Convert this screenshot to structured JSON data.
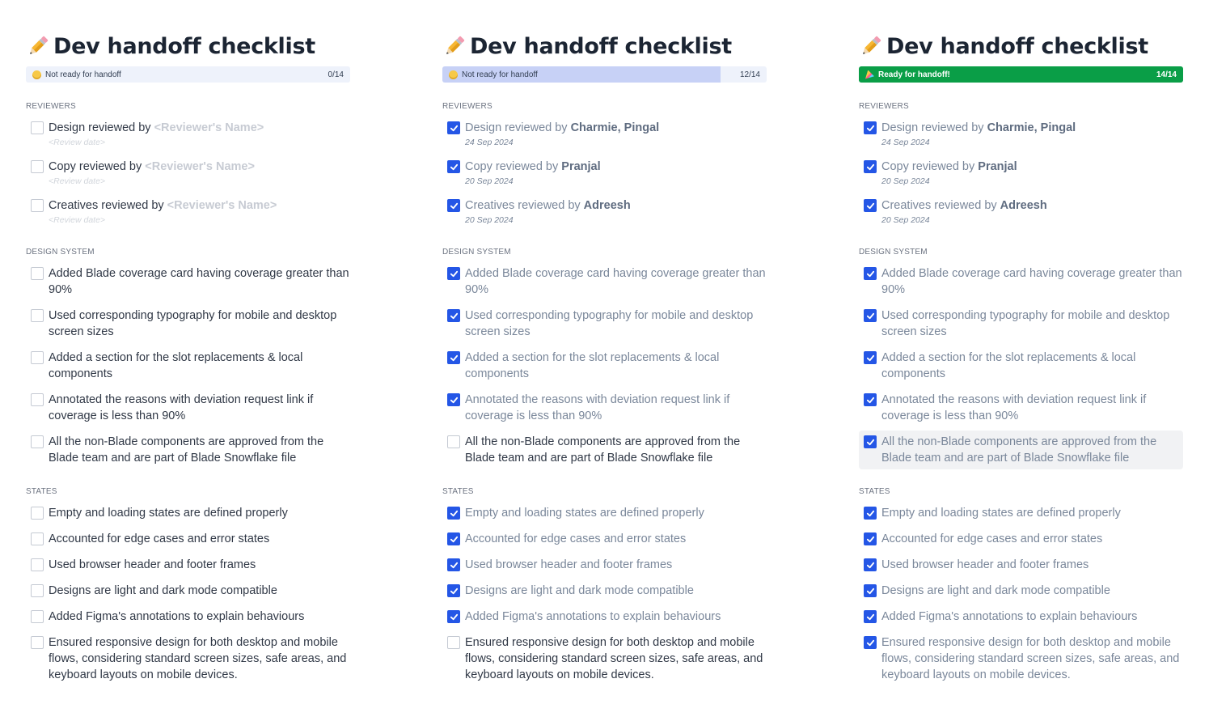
{
  "panels": [
    {
      "title": "Dev handoff checklist",
      "status": {
        "label": "Not ready for handoff",
        "count": "0/14",
        "progress": 0,
        "ready": false
      },
      "sections": {
        "reviewers": "REVIEWERS",
        "design_system": "DESIGN SYSTEM",
        "states": "STATES"
      },
      "reviewers": [
        {
          "text": "Design reviewed by ",
          "who": "<Reviewer's Name>",
          "date": "<Review date>",
          "checked": false
        },
        {
          "text": "Copy reviewed by ",
          "who": "<Reviewer's Name>",
          "date": "<Review date>",
          "checked": false
        },
        {
          "text": "Creatives reviewed by ",
          "who": "<Reviewer's Name>",
          "date": "<Review date>",
          "checked": false
        }
      ],
      "design_system": [
        {
          "text": "Added Blade coverage card having coverage greater than 90%",
          "checked": false
        },
        {
          "text": "Used corresponding typography for mobile and desktop screen sizes",
          "checked": false
        },
        {
          "text": "Added a section for the slot replacements & local components",
          "checked": false
        },
        {
          "text": "Annotated the reasons with deviation request link if coverage is less than 90%",
          "checked": false
        },
        {
          "text": "All the non-Blade components are approved from the Blade team and are part of Blade Snowflake file",
          "checked": false
        }
      ],
      "states": [
        {
          "text": "Empty and loading states are defined properly",
          "checked": false
        },
        {
          "text": "Accounted for edge cases and error states",
          "checked": false
        },
        {
          "text": "Used browser header and footer frames",
          "checked": false
        },
        {
          "text": "Designs are light and dark mode compatible",
          "checked": false
        },
        {
          "text": "Added Figma's annotations to explain behaviours",
          "checked": false
        },
        {
          "text": "Ensured responsive design for both desktop and mobile flows, considering standard screen sizes, safe areas, and keyboard layouts on mobile devices.",
          "checked": false
        }
      ]
    },
    {
      "title": "Dev handoff checklist",
      "status": {
        "label": "Not ready for handoff",
        "count": "12/14",
        "progress": 0.857,
        "ready": false
      },
      "sections": {
        "reviewers": "REVIEWERS",
        "design_system": "DESIGN SYSTEM",
        "states": "STATES"
      },
      "reviewers": [
        {
          "text": "Design reviewed by ",
          "who": "Charmie, Pingal",
          "date": "24 Sep 2024",
          "checked": true
        },
        {
          "text": "Copy reviewed by ",
          "who": "Pranjal",
          "date": "20 Sep 2024",
          "checked": true
        },
        {
          "text": "Creatives reviewed by ",
          "who": "Adreesh",
          "date": "20 Sep 2024",
          "checked": true
        }
      ],
      "design_system": [
        {
          "text": "Added Blade coverage card having coverage greater than 90%",
          "checked": true
        },
        {
          "text": "Used corresponding typography for mobile and desktop screen sizes",
          "checked": true
        },
        {
          "text": "Added a section for the slot replacements & local components",
          "checked": true
        },
        {
          "text": "Annotated the reasons with deviation request link if coverage is less than 90%",
          "checked": true
        },
        {
          "text": "All the non-Blade components are approved from the Blade team and are part of Blade Snowflake file",
          "checked": false
        }
      ],
      "states": [
        {
          "text": "Empty and loading states are defined properly",
          "checked": true
        },
        {
          "text": "Accounted for edge cases and error states",
          "checked": true
        },
        {
          "text": "Used browser header and footer frames",
          "checked": true
        },
        {
          "text": "Designs are light and dark mode compatible",
          "checked": true
        },
        {
          "text": "Added Figma's annotations to explain behaviours",
          "checked": true
        },
        {
          "text": "Ensured responsive design for both desktop and mobile flows, considering standard screen sizes, safe areas, and keyboard layouts on mobile devices.",
          "checked": false
        }
      ]
    },
    {
      "title": "Dev handoff checklist",
      "status": {
        "label": "Ready for handoff!",
        "count": "14/14",
        "progress": 1,
        "ready": true
      },
      "sections": {
        "reviewers": "REVIEWERS",
        "design_system": "DESIGN SYSTEM",
        "states": "STATES"
      },
      "reviewers": [
        {
          "text": "Design reviewed by ",
          "who": "Charmie, Pingal",
          "date": "24 Sep 2024",
          "checked": true
        },
        {
          "text": "Copy reviewed by ",
          "who": "Pranjal",
          "date": "20 Sep 2024",
          "checked": true
        },
        {
          "text": "Creatives reviewed by ",
          "who": "Adreesh",
          "date": "20 Sep 2024",
          "checked": true
        }
      ],
      "design_system": [
        {
          "text": "Added Blade coverage card having coverage greater than 90%",
          "checked": true
        },
        {
          "text": "Used corresponding typography for mobile and desktop screen sizes",
          "checked": true
        },
        {
          "text": "Added a section for the slot replacements & local components",
          "checked": true
        },
        {
          "text": "Annotated the reasons with deviation request link if coverage is less than 90%",
          "checked": true
        },
        {
          "text": "All the non-Blade components are approved from the Blade team and are part of Blade Snowflake file",
          "checked": true,
          "highlighted": true
        }
      ],
      "states": [
        {
          "text": "Empty and loading states are defined properly",
          "checked": true
        },
        {
          "text": "Accounted for edge cases and error states",
          "checked": true
        },
        {
          "text": "Used browser header and footer frames",
          "checked": true
        },
        {
          "text": "Designs are light and dark mode compatible",
          "checked": true
        },
        {
          "text": "Added Figma's annotations to explain behaviours",
          "checked": true
        },
        {
          "text": "Ensured responsive design for both desktop and mobile flows, considering standard screen sizes, safe areas, and keyboard layouts on mobile devices.",
          "checked": true
        }
      ]
    }
  ],
  "colors": {
    "accent": "#2456e6",
    "ready": "#0a9e47",
    "progress_fill": "#c7d1f6",
    "progress_track": "#eef2fb"
  },
  "icons": {
    "title": "pencil-icon",
    "not_ready": "emoji-icon",
    "ready": "party-popper-icon",
    "check": "check-icon"
  }
}
